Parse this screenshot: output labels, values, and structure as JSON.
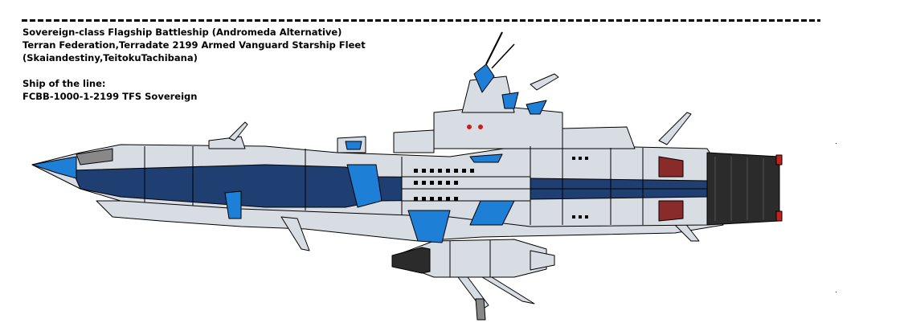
{
  "header": {
    "title": "Sovereign-class Flagship Battleship (Andromeda Alternative)",
    "faction": "Terran Federation,Terradate 2199 Armed Vanguard Starship Fleet",
    "credits": "(Skaiandestiny,TeitokuTachibana)"
  },
  "ship_info": {
    "label": "Ship of the line:",
    "designation": "FCBB-1000-1-2199 TFS Sovereign"
  },
  "colors": {
    "hull": "#d8dde3",
    "stripe": "#1f3f72",
    "accent": "#1e7fd6",
    "outline": "#000000",
    "engine": "#2b2b2b",
    "engine_glow": "#c81e1e"
  }
}
